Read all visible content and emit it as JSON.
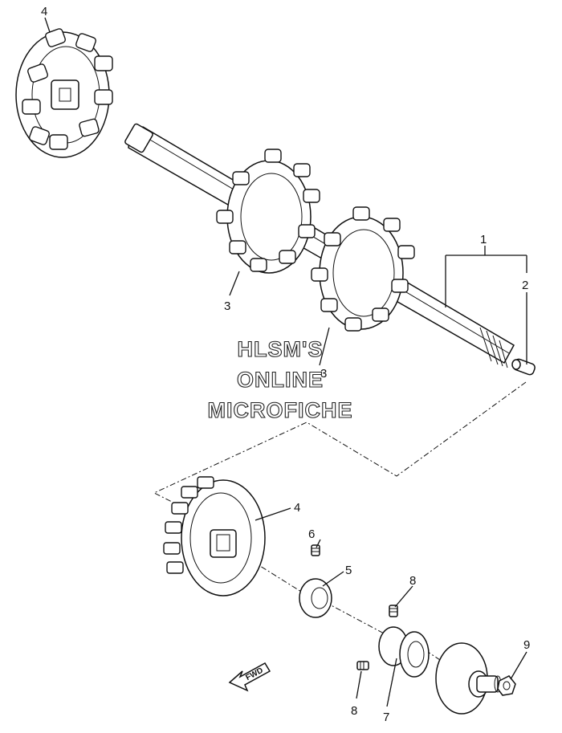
{
  "callouts": {
    "n1": "1",
    "n2": "2",
    "n3a": "3",
    "n3b": "3",
    "n4a": "4",
    "n4b": "4",
    "n5": "5",
    "n6": "6",
    "n7": "7",
    "n8a": "8",
    "n8b": "8",
    "n9": "9"
  },
  "labels": {
    "fwd": "FWD"
  },
  "watermark": {
    "line1": "HLSM'S",
    "line2": "ONLINE",
    "line3": "MICROFICHE"
  }
}
